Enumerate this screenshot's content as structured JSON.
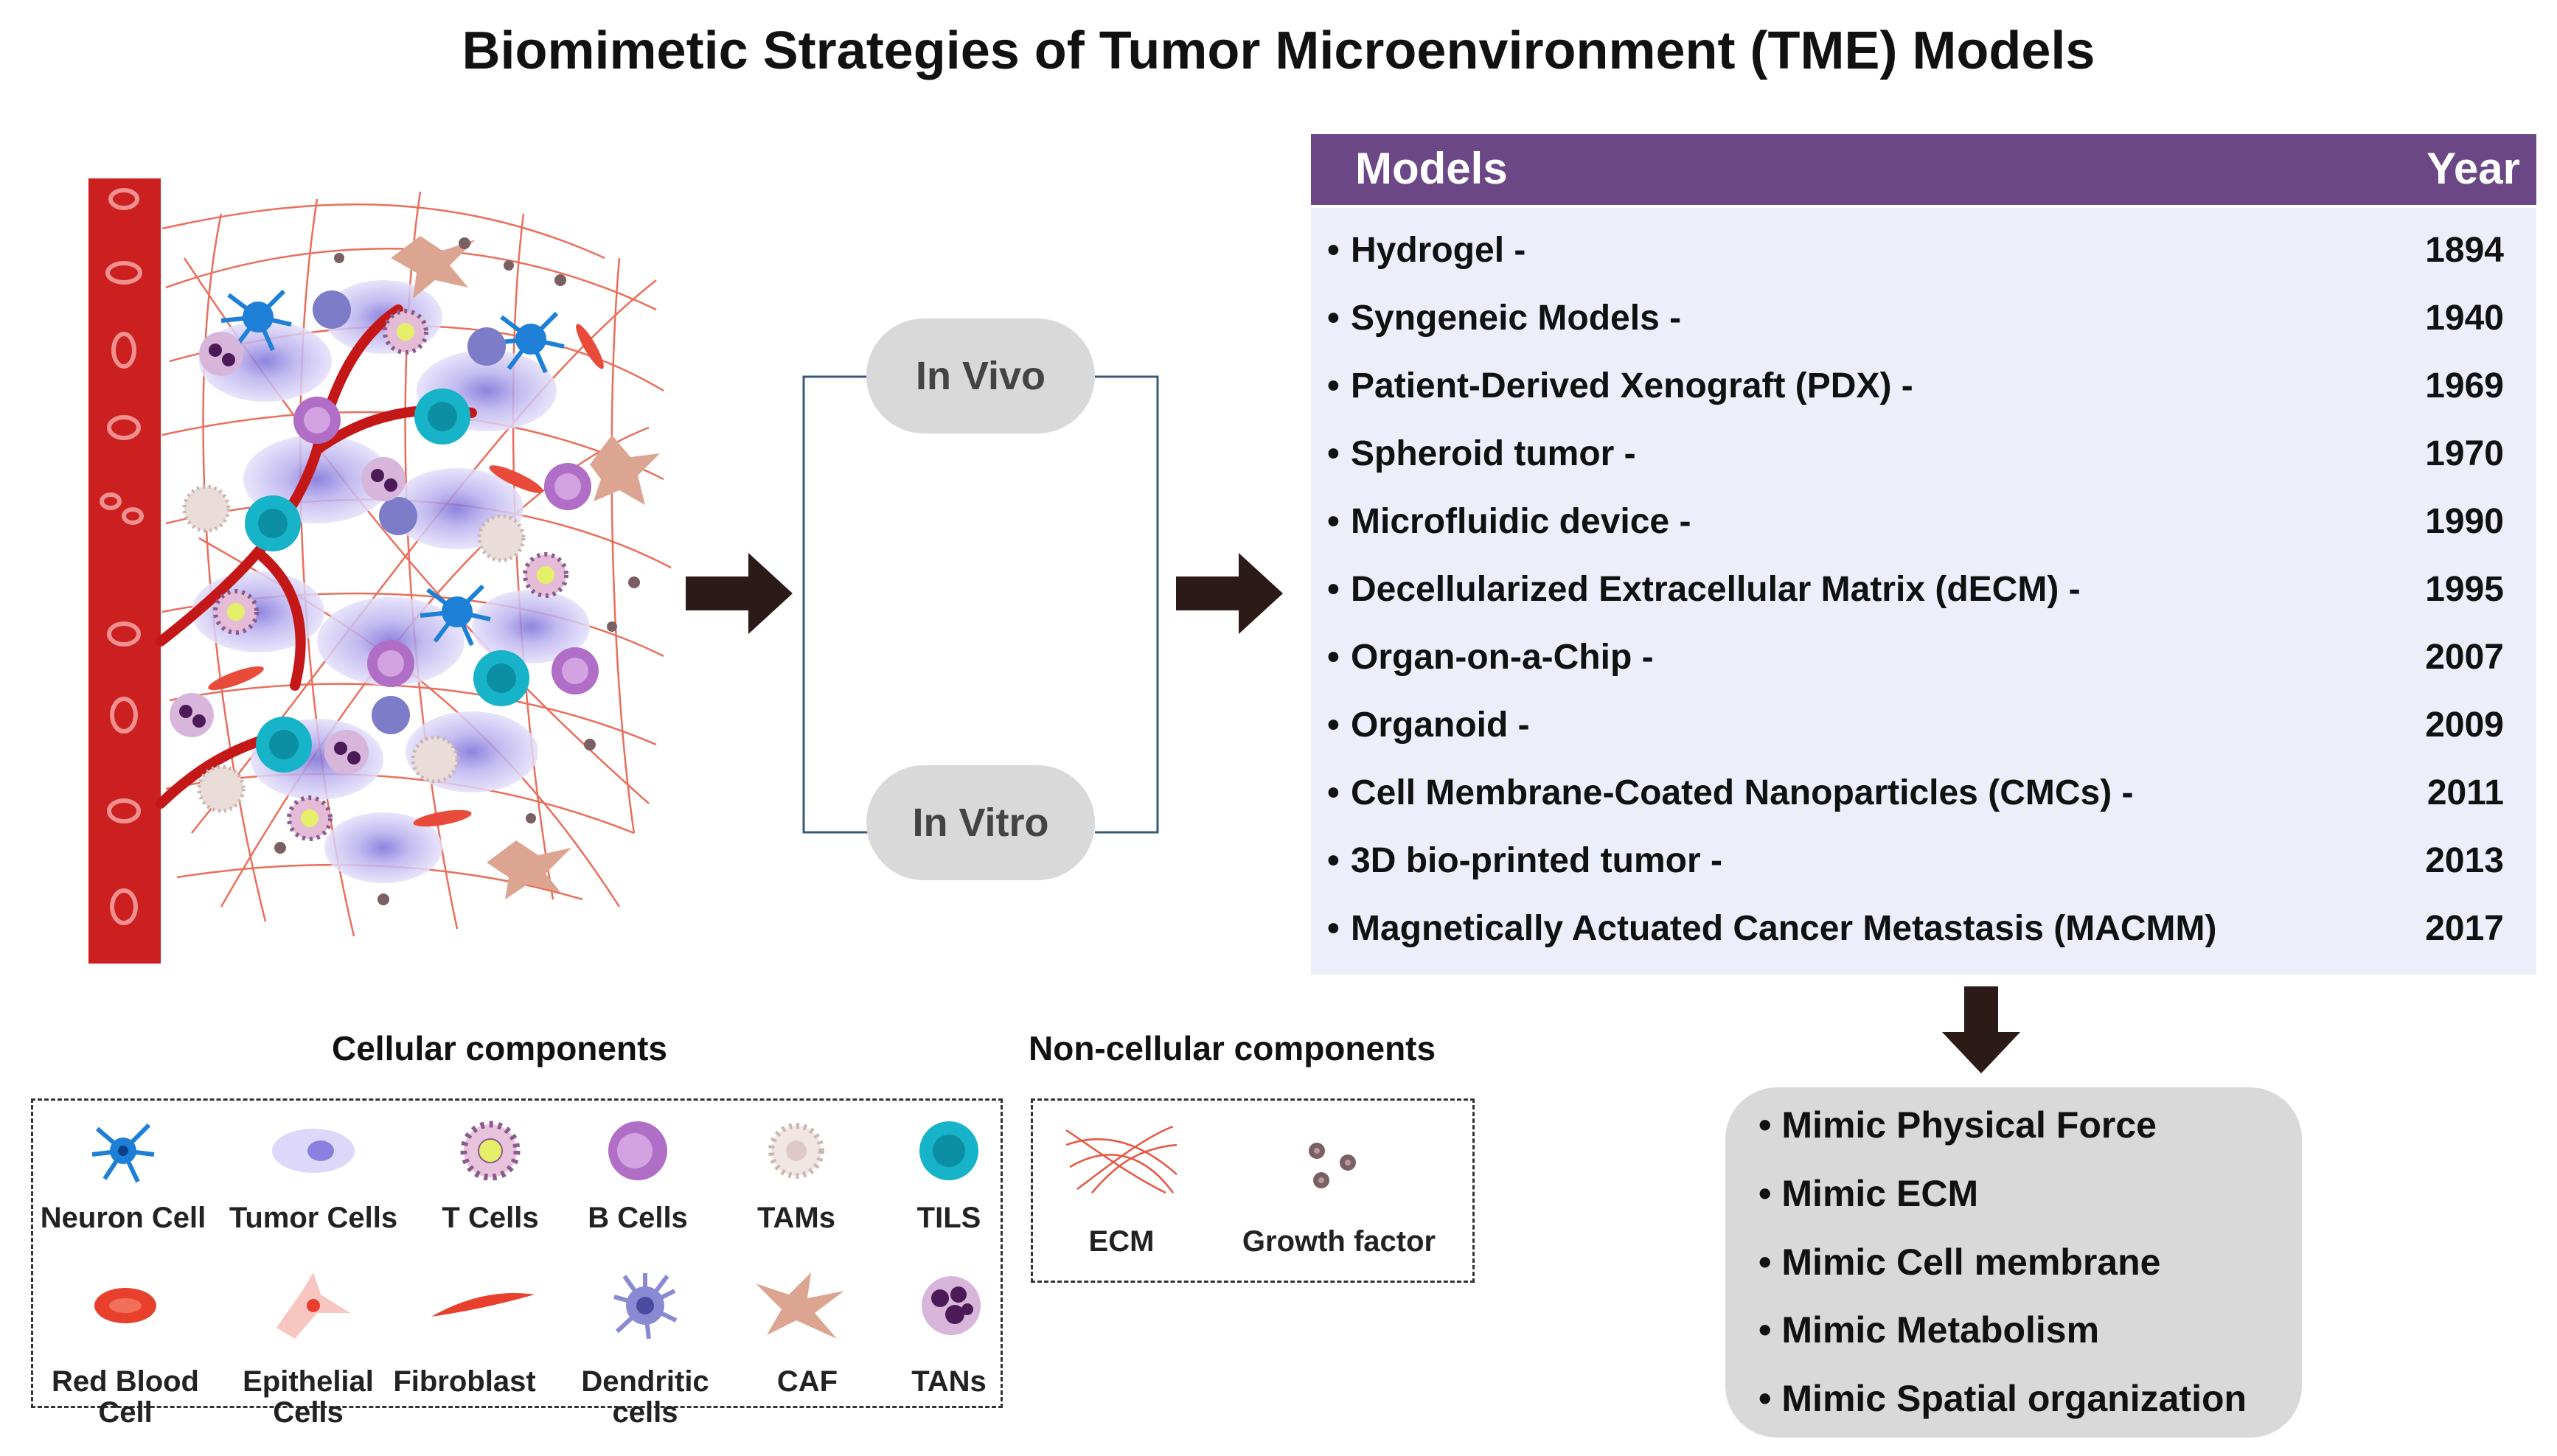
{
  "title": "Biomimetic Strategies of Tumor Microenvironment (TME) Models",
  "branches": {
    "in_vivo": "In Vivo",
    "in_vitro": "In Vitro"
  },
  "table": {
    "header_models": "Models",
    "header_year": "Year",
    "rows": [
      {
        "name": "Hydrogel -",
        "year": "1894"
      },
      {
        "name": "Syngeneic Models -",
        "year": "1940"
      },
      {
        "name": "Patient-Derived Xenograft (PDX) -",
        "year": "1969"
      },
      {
        "name": "Spheroid tumor -",
        "year": "1970"
      },
      {
        "name": "Microfluidic device -",
        "year": "1990"
      },
      {
        "name": "Decellularized Extracellular Matrix (dECM) -",
        "year": "1995"
      },
      {
        "name": "Organ-on-a-Chip -",
        "year": "2007"
      },
      {
        "name": "Organoid -",
        "year": "2009"
      },
      {
        "name": "Cell Membrane-Coated Nanoparticles (CMCs) -",
        "year": "2011"
      },
      {
        "name": "3D bio-printed tumor -",
        "year": "2013"
      },
      {
        "name": "Magnetically Actuated Cancer Metastasis (MACMM)",
        "year": "2017"
      }
    ]
  },
  "mimic": [
    "Mimic Physical Force",
    "Mimic ECM",
    "Mimic Cell membrane",
    "Mimic Metabolism",
    "Mimic Spatial organization"
  ],
  "legend": {
    "cellular_title": "Cellular components",
    "noncellular_title": "Non-cellular components",
    "cellular": [
      {
        "label": "Neuron Cell",
        "icon": "neuron-icon"
      },
      {
        "label": "Tumor Cells",
        "icon": "tumor-cell-icon"
      },
      {
        "label": "T Cells",
        "icon": "t-cell-icon"
      },
      {
        "label": "B Cells",
        "icon": "b-cell-icon"
      },
      {
        "label": "TAMs",
        "icon": "tam-icon"
      },
      {
        "label": "TILS",
        "icon": "tils-icon"
      },
      {
        "label": "Red Blood\nCell",
        "icon": "red-blood-cell-icon"
      },
      {
        "label": "Epithelial\nCells",
        "icon": "epithelial-cell-icon"
      },
      {
        "label": "Fibroblast",
        "icon": "fibroblast-icon"
      },
      {
        "label": "Dendritic\ncells",
        "icon": "dendritic-cell-icon"
      },
      {
        "label": "CAF",
        "icon": "caf-icon"
      },
      {
        "label": "TANs",
        "icon": "tan-icon"
      }
    ],
    "noncellular": [
      {
        "label": "ECM",
        "icon": "ecm-fibers-icon"
      },
      {
        "label": "Growth factor",
        "icon": "growth-factor-icon"
      }
    ]
  },
  "colors": {
    "header_purple": "#6b4786",
    "table_bg": "#eceffa",
    "pill_gray": "#d9d9d9",
    "vessel_red": "#cc1f1f",
    "arrow_dark": "#2b1a17",
    "tils_cyan": "#17b3c8",
    "neuron_blue": "#1e7fd6"
  }
}
